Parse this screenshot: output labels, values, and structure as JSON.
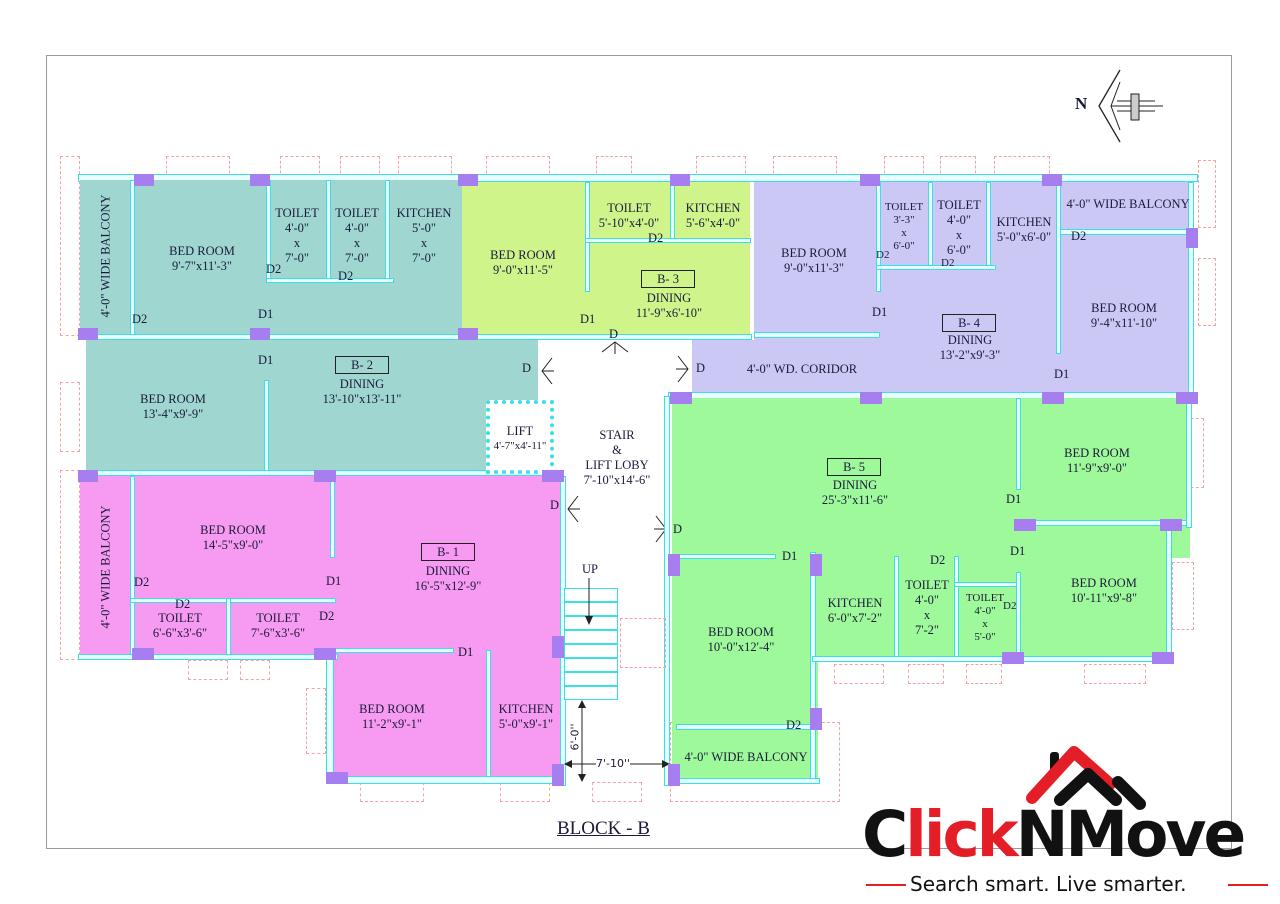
{
  "title": "BLOCK - B",
  "north_label": "N",
  "colors": {
    "b1": "#f79bf2",
    "b2": "#9fd7d0",
    "b3": "#cff58a",
    "b4": "#ccc8f6",
    "b5": "#9ef99a",
    "wall": "#39e0e6",
    "column": "#a77ef0",
    "logo_red": "#e41e26"
  },
  "units": {
    "b1": {
      "tag": "B- 1",
      "dining": {
        "name": "DINING",
        "size": "16'-5\"x12'-9\""
      },
      "bed1": {
        "name": "BED ROOM",
        "size": "14'-5\"x9'-0\""
      },
      "bed2": {
        "name": "BED ROOM",
        "size": "11'-2\"x9'-1\""
      },
      "toilet1": {
        "name": "TOILET",
        "size": "6'-6\"x3'-6\""
      },
      "toilet2": {
        "name": "TOILET",
        "size": "7'-6\"x3'-6\""
      },
      "kitchen": {
        "name": "KITCHEN",
        "size": "5'-0\"x9'-1\""
      },
      "balcony": "4'-0\" WIDE BALCONY"
    },
    "b2": {
      "tag": "B- 2",
      "dining": {
        "name": "DINING",
        "size": "13'-10\"x13'-11\""
      },
      "bed1": {
        "name": "BED ROOM",
        "size": "9'-7\"x11'-3\""
      },
      "bed2": {
        "name": "BED ROOM",
        "size": "13'-4\"x9'-9\""
      },
      "toilet1": {
        "name": "TOILET",
        "w": "4'-0\"",
        "x": "x",
        "h": "7'-0\""
      },
      "toilet2": {
        "name": "TOILET",
        "w": "4'-0\"",
        "x": "x",
        "h": "7'-0\""
      },
      "kitchen": {
        "name": "KITCHEN",
        "w": "5'-0\"",
        "x": "x",
        "h": "7'-0\""
      },
      "balcony": "4'-0\" WIDE BALCONY"
    },
    "b3": {
      "tag": "B- 3",
      "dining": {
        "name": "DINING",
        "size": "11'-9\"x6'-10\""
      },
      "bed1": {
        "name": "BED ROOM",
        "size": "9'-0\"x11'-5\""
      },
      "toilet": {
        "name": "TOILET",
        "size": "5'-10\"x4'-0\""
      },
      "kitchen": {
        "name": "KITCHEN",
        "size": "5'-6\"x4'-0\""
      }
    },
    "b4": {
      "tag": "B- 4",
      "dining": {
        "name": "DINING",
        "size": "13'-2\"x9'-3\""
      },
      "bed1": {
        "name": "BED ROOM",
        "size": "9'-0\"x11'-3\""
      },
      "bed2": {
        "name": "BED ROOM",
        "size": "9'-4\"x11'-10\""
      },
      "toilet1": {
        "name": "TOILET",
        "w": "3'-3\"",
        "x": "x",
        "h": "6'-0\""
      },
      "toilet2": {
        "name": "TOILET",
        "w": "4'-0\"",
        "x": "x",
        "h": "6'-0\""
      },
      "kitchen": {
        "name": "KITCHEN",
        "size": "5'-0\"x6'-0\""
      },
      "balcony": "4'-0\" WIDE BALCONY",
      "corridor": "4'-0\" WD. CORIDOR"
    },
    "b5": {
      "tag": "B- 5",
      "dining": {
        "name": "DINING",
        "size": "25'-3\"x11'-6\""
      },
      "bed1": {
        "name": "BED ROOM",
        "size": "11'-9\"x9'-0\""
      },
      "bed2": {
        "name": "BED ROOM",
        "size": "10'-11\"x9'-8\""
      },
      "bed3": {
        "name": "BED ROOM",
        "size": "10'-0\"x12'-4\""
      },
      "toilet1": {
        "name": "TOILET",
        "w": "4'-0\"",
        "x": "x",
        "h": "7'-2\""
      },
      "toilet2": {
        "name": "TOILET",
        "w": "4'-0\"",
        "x": "x",
        "h": "5'-0\""
      },
      "kitchen": {
        "name": "KITCHEN",
        "size": "6'-0\"x7'-2\""
      },
      "balcony": "4'-0\" WIDE BALCONY"
    }
  },
  "common": {
    "lift": {
      "name": "LIFT",
      "size": "4'-7\"x4'-11\""
    },
    "lobby": {
      "l1": "STAIR",
      "l2": "&",
      "l3": "LIFT LOBY",
      "size": "7'-10\"x14'-6\""
    },
    "up": "UP",
    "dim_v": "6'-0''",
    "dim_h": "7'-10''"
  },
  "doors": {
    "d": "D",
    "d1": "D1",
    "d2": "D2"
  },
  "logo": {
    "word_red": "Click",
    "word_black": "NMove",
    "tagline": "Search smart. Live smarter."
  }
}
